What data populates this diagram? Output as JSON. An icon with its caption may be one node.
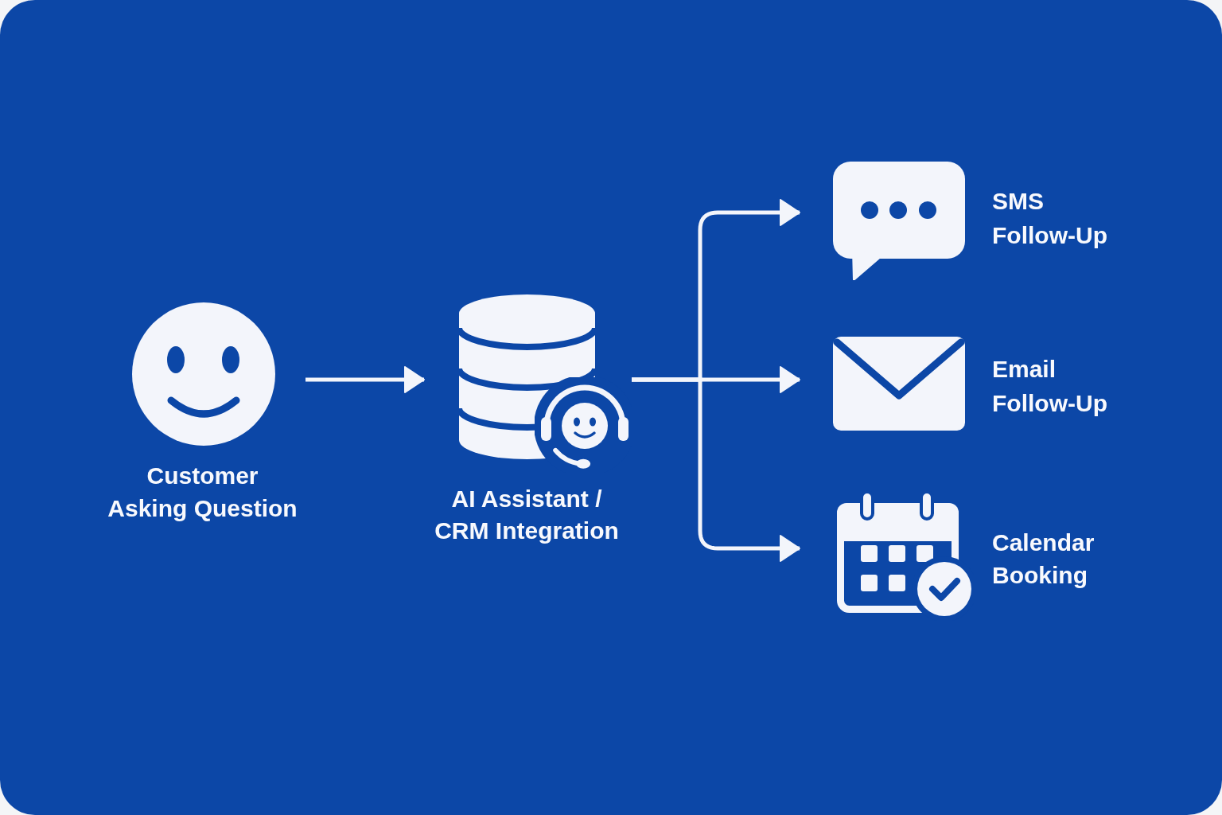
{
  "diagram": {
    "nodes": [
      {
        "text": [
          "Customer Asking Question"
        ]
      },
      {
        "text": [
          "AI Assistant / CRM Integration"
        ]
      },
      {
        "text": [
          "SMS Follow-Up"
        ]
      },
      {
        "text": [
          "Email Follow-Up"
        ]
      },
      {
        "text": [
          "Calendar Booking"
        ]
      }
    ],
    "edges": [
      {
        "from": 0,
        "to": 1,
        "arrow": "to"
      },
      {
        "from": 1,
        "to": 2,
        "arrow": "to"
      },
      {
        "from": 1,
        "to": 3,
        "arrow": "to"
      },
      {
        "from": 1,
        "to": 4,
        "arrow": "to"
      }
    ]
  }
}
